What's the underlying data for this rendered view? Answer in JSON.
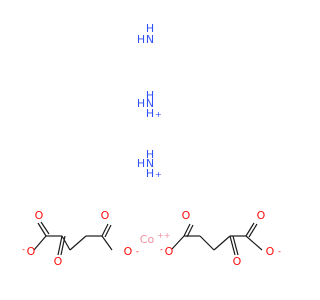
{
  "molecules": {
    "ammonia": {
      "n": "N",
      "h": "H"
    },
    "ammonium_1": {
      "n": "N",
      "h": "H",
      "charge": "+"
    },
    "ammonium_2": {
      "n": "N",
      "h": "H",
      "charge": "+"
    },
    "cobalt": {
      "symbol": "Co",
      "charge": "++"
    },
    "oxoglutarate_left": {
      "oxygen": "O",
      "charge": "-"
    },
    "oxoglutarate_right": {
      "oxygen": "O",
      "charge": "-"
    }
  },
  "colors": {
    "nitrogen": "#3050F8",
    "oxygen": "#FF0D0D",
    "cobalt": "#F090A0",
    "bond": "#1a1a1a"
  }
}
